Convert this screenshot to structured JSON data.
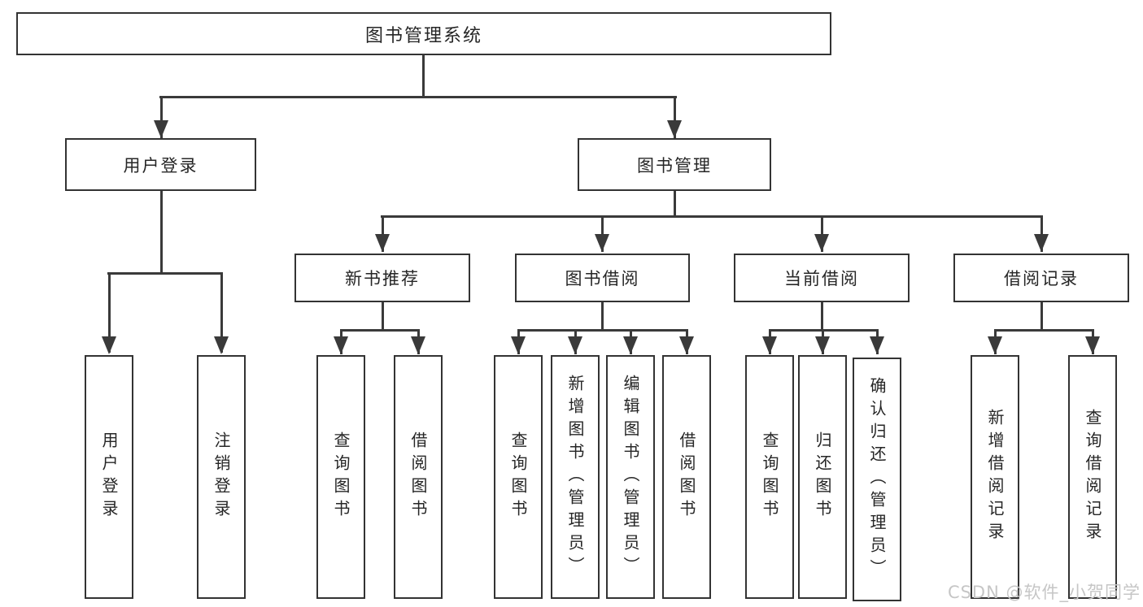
{
  "diagram": {
    "root": "图书管理系统",
    "level2": [
      {
        "label": "用户登录",
        "leaves": [
          "用户登录",
          "注销登录"
        ]
      },
      {
        "label": "图书管理",
        "sections": [
          {
            "label": "新书推荐",
            "leaves": [
              "查询图书",
              "借阅图书"
            ]
          },
          {
            "label": "图书借阅",
            "leaves": [
              "查询图书",
              "新增图书（管理员）",
              "编辑图书（管理员）",
              "借阅图书"
            ]
          },
          {
            "label": "当前借阅",
            "leaves": [
              "查询图书",
              "归还图书",
              "确认归还（管理员）"
            ]
          },
          {
            "label": "借阅记录",
            "leaves": [
              "新增借阅记录",
              "查询借阅记录"
            ]
          }
        ]
      }
    ]
  },
  "watermark": {
    "text": "CSDN @软件_小贺同学"
  },
  "colors": {
    "line": "#3a3a3a",
    "border": "#333333",
    "text": "#262626",
    "watermark": "#c6c6c6",
    "background": "#ffffff"
  }
}
